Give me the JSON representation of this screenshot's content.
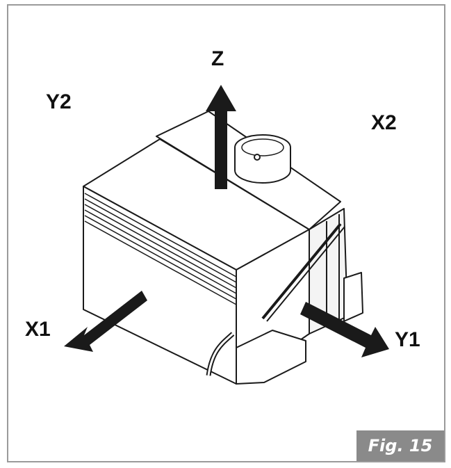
{
  "axes": {
    "z": "Z",
    "y2": "Y2",
    "x2": "X2",
    "x1": "X1",
    "y1": "Y1"
  },
  "figure_label": "Fig. 15",
  "colors": {
    "frame": "#9a9a9a",
    "ink": "#111111",
    "tag_background": "#8a8a8a",
    "tag_text": "#ffffff"
  }
}
